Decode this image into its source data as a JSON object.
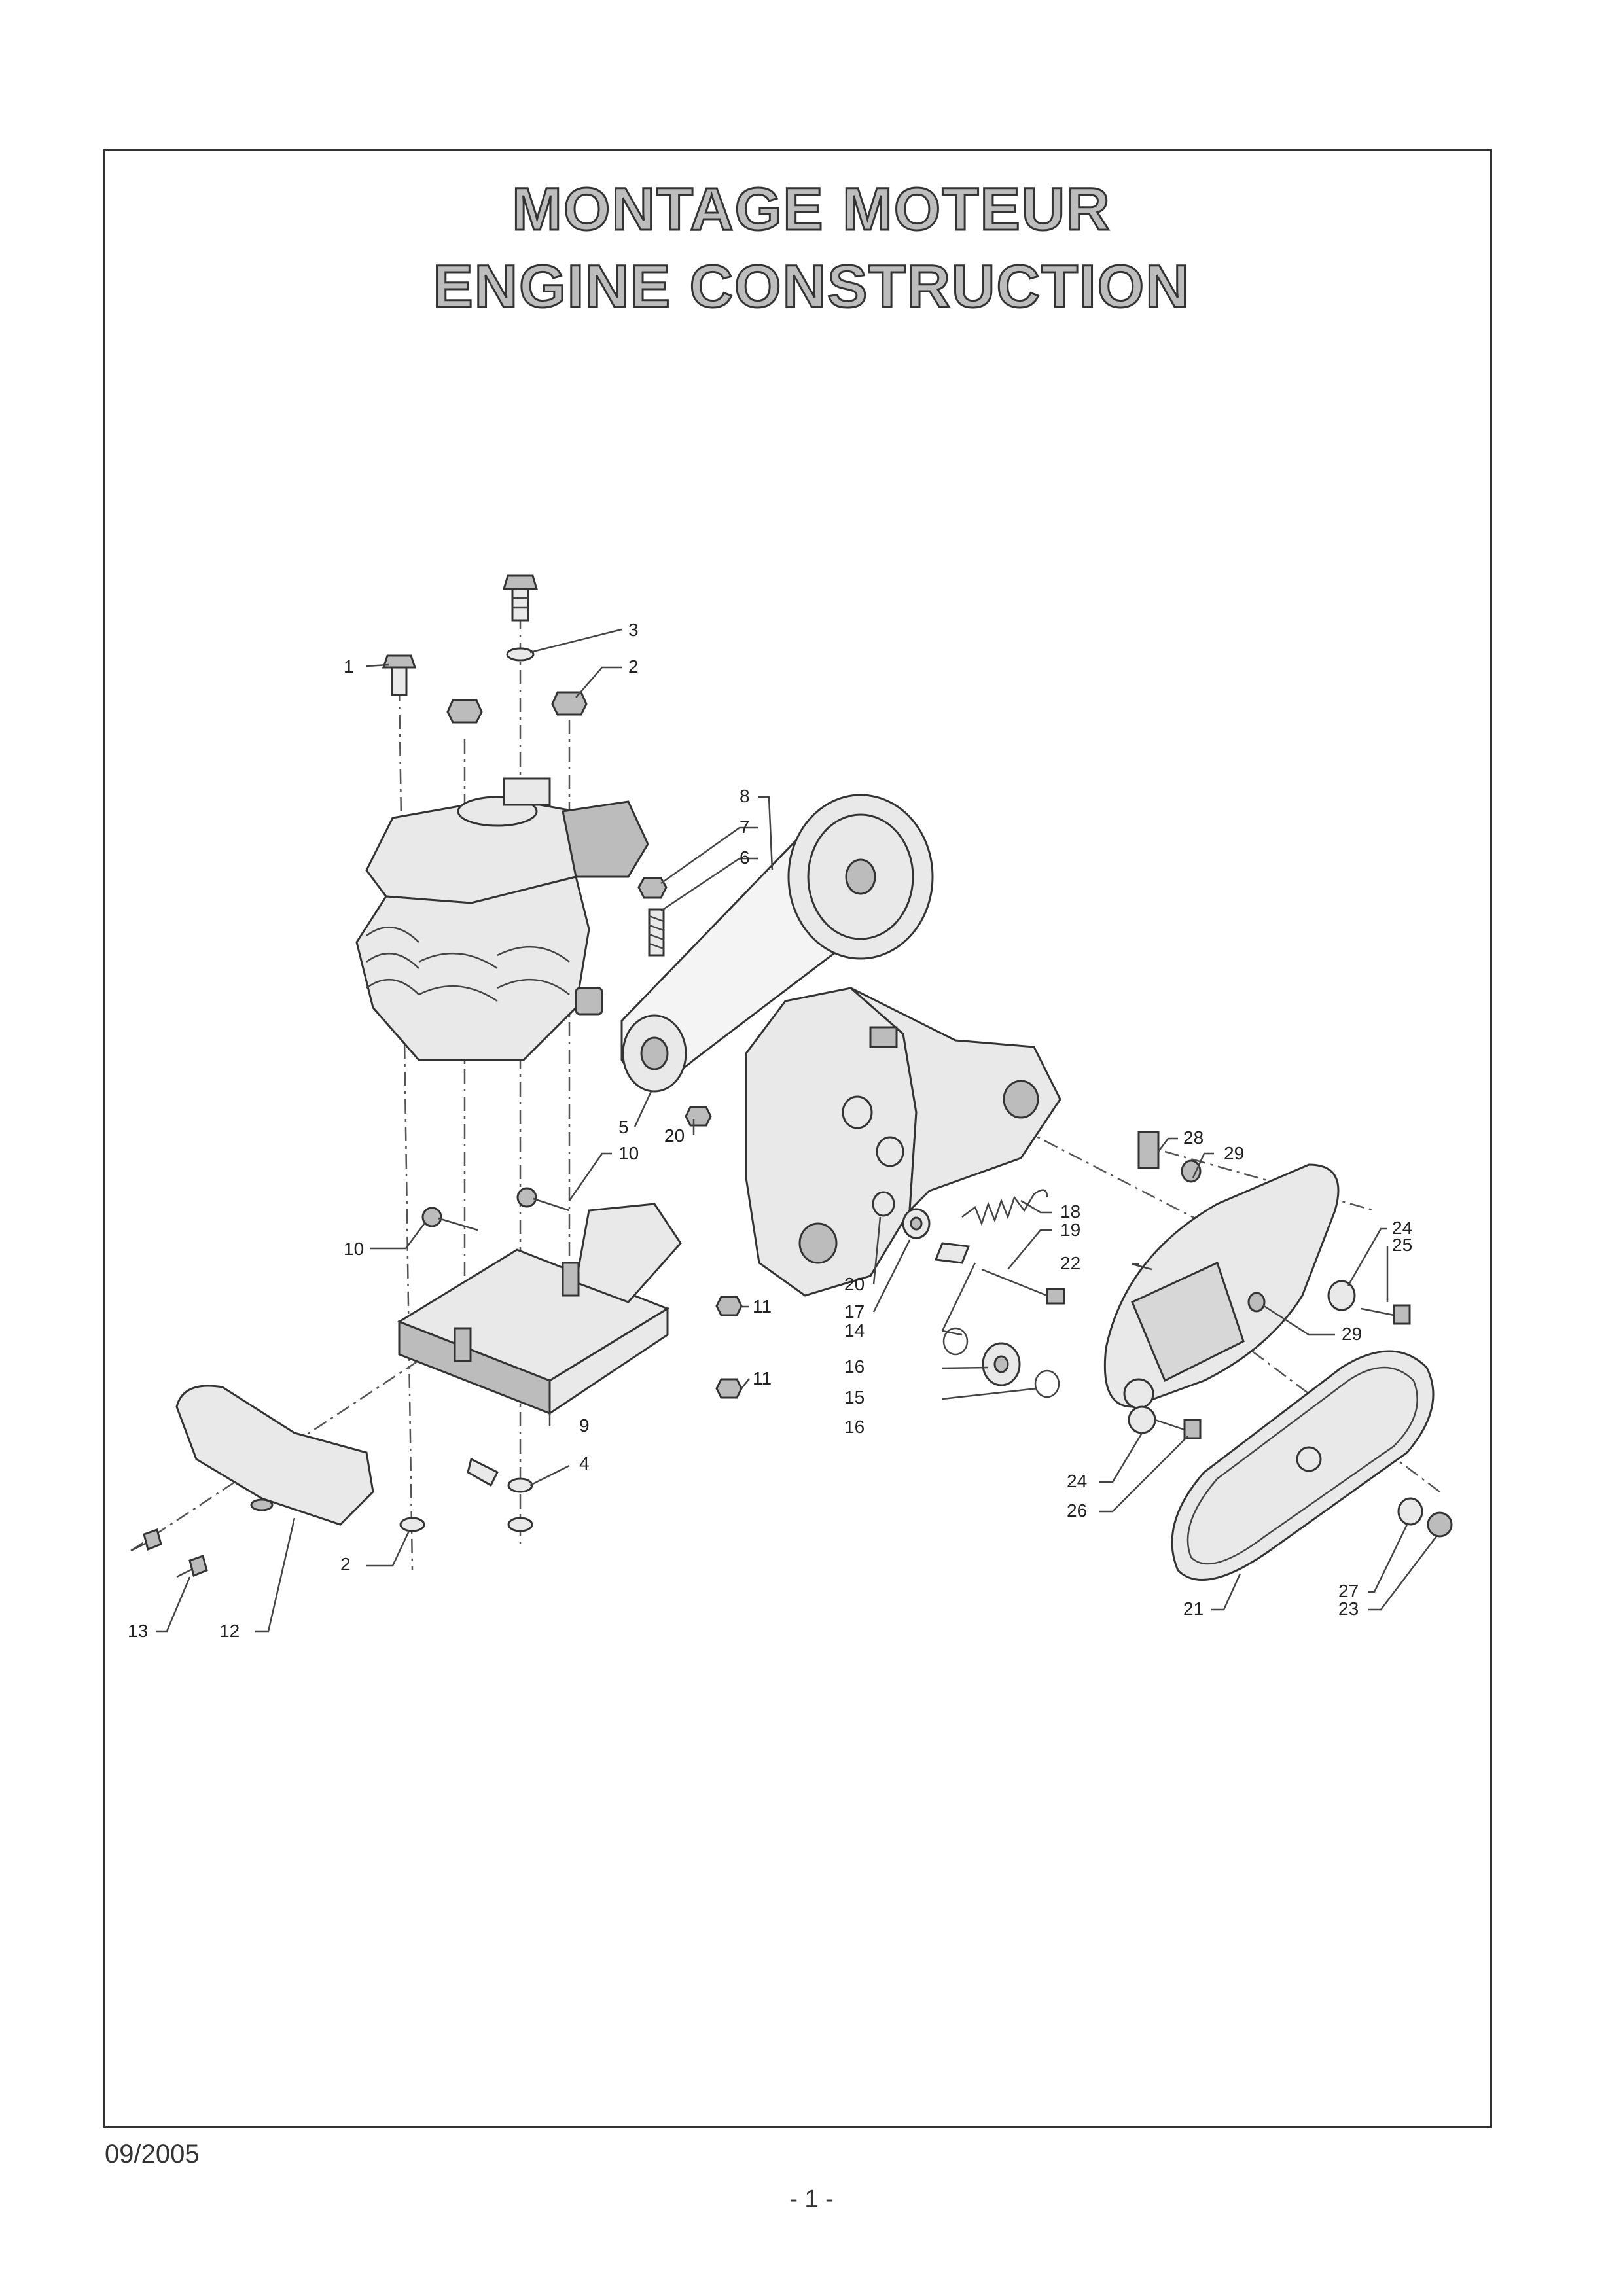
{
  "title": {
    "line1": "MONTAGE MOTEUR",
    "line2": "ENGINE CONSTRUCTION"
  },
  "footer": {
    "date": "09/2005",
    "page": "- 1 -"
  },
  "callouts": {
    "c1": "1",
    "c2a": "2",
    "c2b": "2",
    "c3": "3",
    "c4": "4",
    "c5": "5",
    "c6": "6",
    "c7": "7",
    "c8": "8",
    "c9": "9",
    "c10a": "10",
    "c10b": "10",
    "c11a": "11",
    "c11b": "11",
    "c12": "12",
    "c13": "13",
    "c14": "14",
    "c15": "15",
    "c16a": "16",
    "c16b": "16",
    "c17": "17",
    "c18": "18",
    "c19": "19",
    "c20a": "20",
    "c20b": "20",
    "c21": "21",
    "c22": "22",
    "c23": "23",
    "c24a": "24",
    "c24b": "24",
    "c25": "25",
    "c26": "26",
    "c27": "27",
    "c28": "28",
    "c29a": "29",
    "c29b": "29"
  }
}
